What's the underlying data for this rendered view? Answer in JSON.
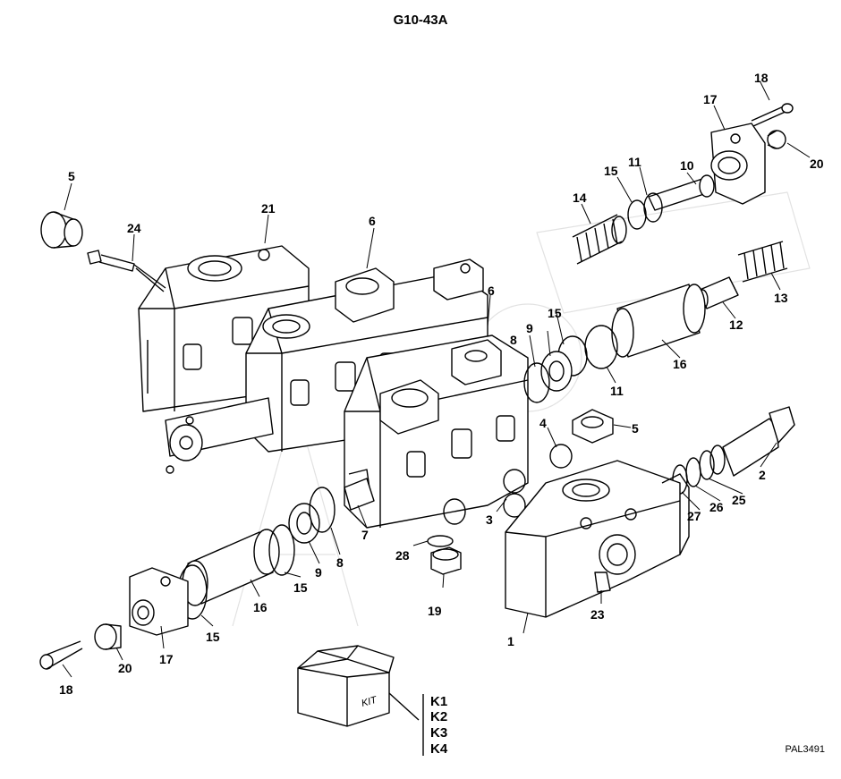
{
  "title": "G10-43A",
  "drawing_code": "PAL3491",
  "kit_box_label": "KIT",
  "kits": [
    "K1",
    "K2",
    "K3",
    "K4"
  ],
  "callouts": {
    "c1": "1",
    "c2": "2",
    "c3": "3",
    "c4": "4",
    "c5a": "5",
    "c5b": "5",
    "c6a": "6",
    "c6b": "6",
    "c7": "7",
    "c8a": "8",
    "c8b": "8",
    "c9a": "9",
    "c9b": "9",
    "c10": "10",
    "c11a": "11",
    "c11b": "11",
    "c12": "12",
    "c13": "13",
    "c14": "14",
    "c15a": "15",
    "c15b": "15",
    "c15c": "15",
    "c15d": "15",
    "c16a": "16",
    "c16b": "16",
    "c17a": "17",
    "c17b": "17",
    "c18a": "18",
    "c18b": "18",
    "c19": "19",
    "c20a": "20",
    "c20b": "20",
    "c21": "21",
    "c23": "23",
    "c24": "24",
    "c25": "25",
    "c26": "26",
    "c27": "27",
    "c28": "28"
  }
}
